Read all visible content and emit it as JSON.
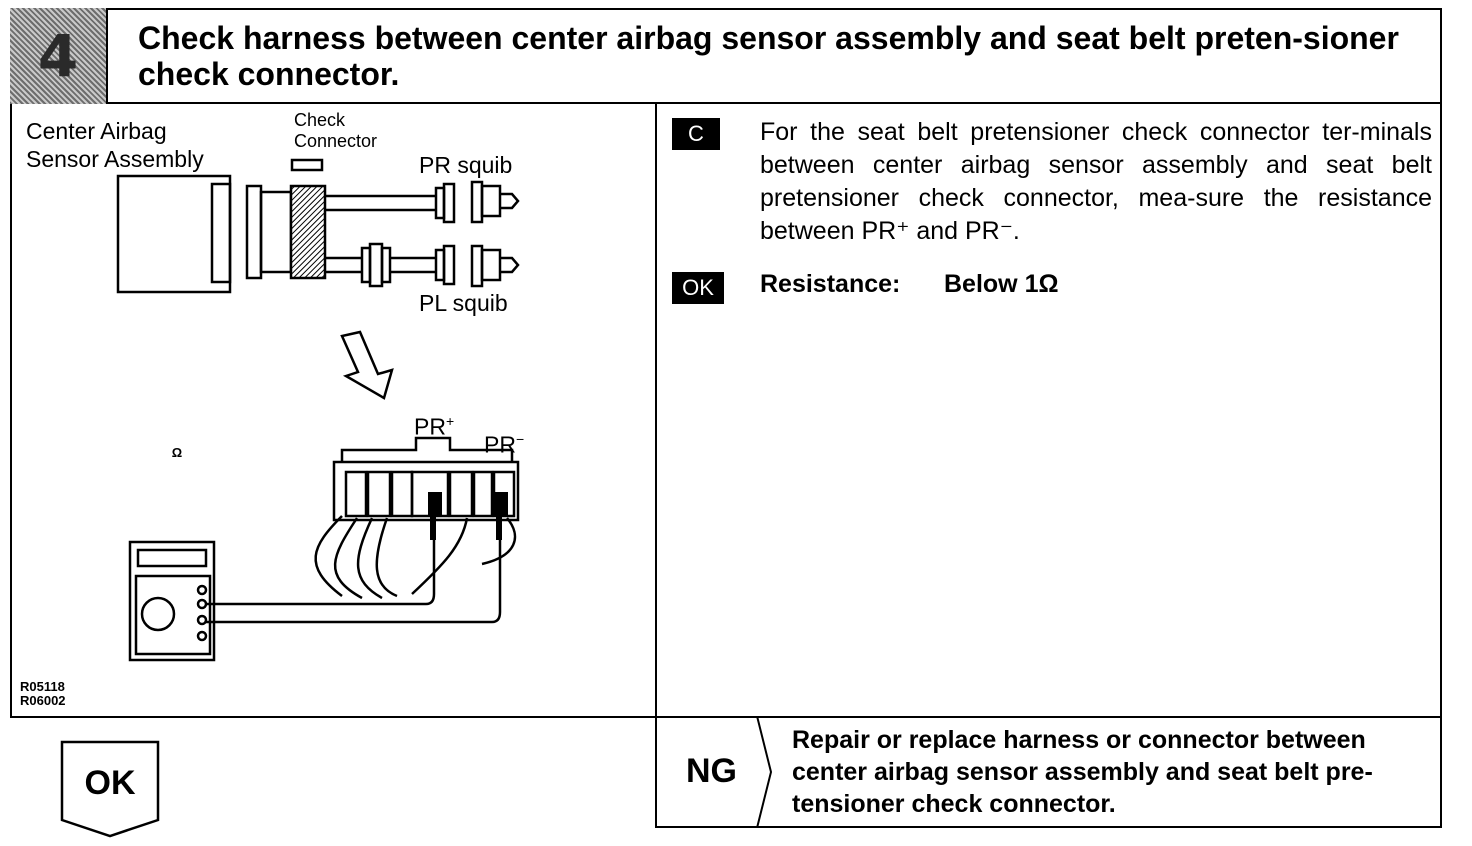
{
  "header": {
    "step_number": "4",
    "title": "Check harness between center airbag sensor assembly and seat belt preten-sioner check connector."
  },
  "diagram": {
    "label_sensor_line1": "Center Airbag",
    "label_sensor_line2": "Sensor Assembly",
    "label_check_line1": "Check",
    "label_check_line2": "Connector",
    "label_pr_squib": "PR squib",
    "label_pl_squib": "PL squib",
    "label_pr_plus": "PR",
    "label_pr_plus_sup": "+",
    "label_pr_minus": "PR",
    "label_pr_minus_sup": "−",
    "meter_symbol": "Ω",
    "figure_code_1": "R05118",
    "figure_code_2": "R06002"
  },
  "instruction": {
    "badge": "C",
    "text": "For the seat belt pretensioner check connector ter-minals between center airbag sensor assembly and seat belt pretensioner check connector, mea-sure the resistance between PR⁺ and PR⁻."
  },
  "spec": {
    "badge": "OK",
    "label": "Resistance:",
    "value": "Below 1Ω"
  },
  "ng": {
    "label": "NG",
    "text": "Repair or replace harness or connector between center airbag sensor assembly and seat belt pre-tensioner check connector."
  },
  "ok_result": {
    "label": "OK"
  }
}
